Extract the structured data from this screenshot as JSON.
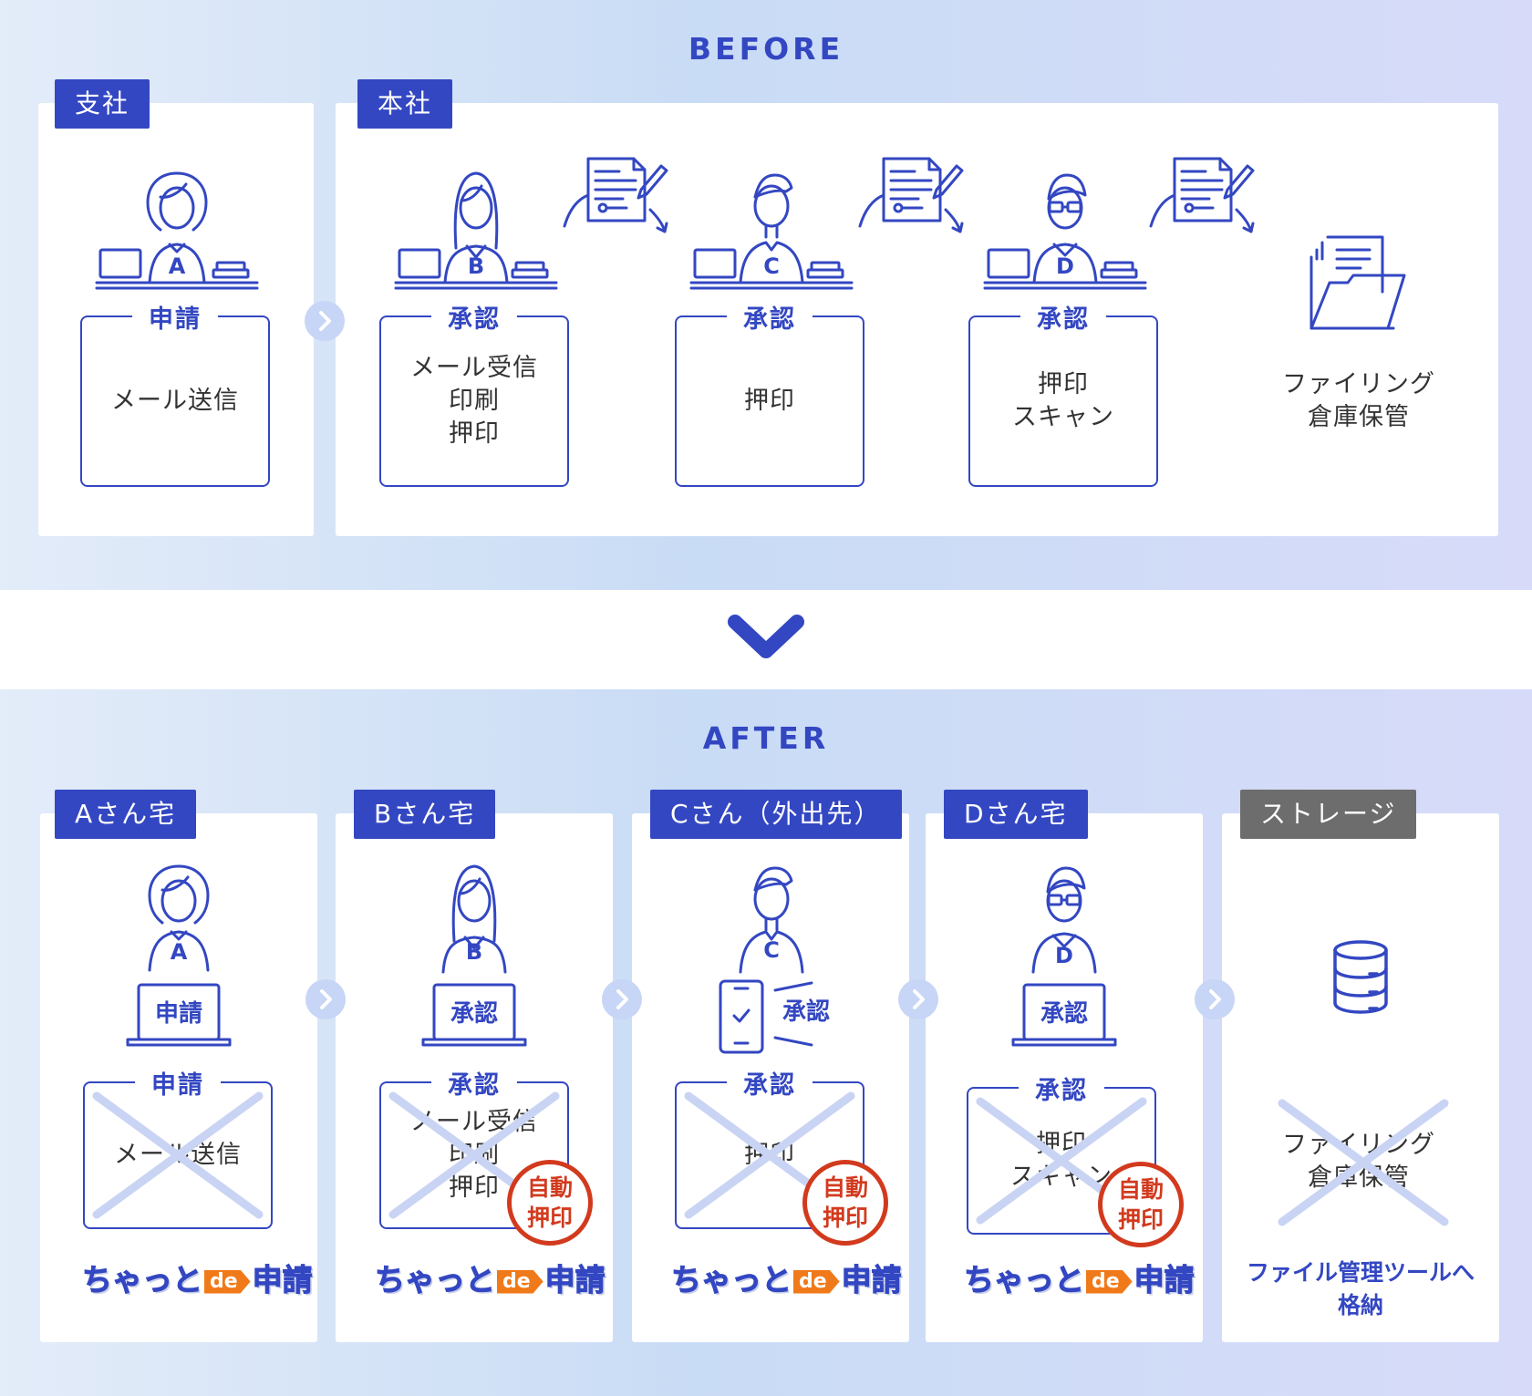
{
  "before": {
    "title": "BEFORE",
    "branch_tag": "支社",
    "hq_tag": "本社",
    "persons": [
      {
        "letter": "A",
        "role": "申請",
        "text": "メール送信"
      },
      {
        "letter": "B",
        "role": "承認",
        "text": "メール受信\n印刷\n押印"
      },
      {
        "letter": "C",
        "role": "承認",
        "text": "押印"
      },
      {
        "letter": "D",
        "role": "承認",
        "text": "押印\nスキャン"
      }
    ],
    "filing_text": "ファイリング\n倉庫保管"
  },
  "after": {
    "title": "AFTER",
    "panels": [
      {
        "tag": "Aさん宅",
        "letter": "A",
        "device_label": "申請",
        "role": "申請",
        "text": "メール送信",
        "stamp": ""
      },
      {
        "tag": "Bさん宅",
        "letter": "B",
        "device_label": "承認",
        "role": "承認",
        "text": "メール受信\n印刷\n押印",
        "stamp": "自動\n押印"
      },
      {
        "tag": "Cさん（外出先）",
        "letter": "C",
        "device_label": "承認",
        "role": "承認",
        "text": "押印",
        "stamp": "自動\n押印"
      },
      {
        "tag": "Dさん宅",
        "letter": "D",
        "device_label": "承認",
        "role": "承認",
        "text": "押印\nスキャン",
        "stamp": "自動\n押印"
      }
    ],
    "storage": {
      "tag": "ストレージ",
      "crossed_text": "ファイリング\n倉庫保管",
      "note": "ファイル管理ツールへ\n格納"
    },
    "logo": {
      "part1": "ちゃっと",
      "part2": "de",
      "part3": "申請"
    }
  },
  "colors": {
    "accent": "#3347c2",
    "stamp_red": "#d23a1e",
    "cross": "#c9d4f4",
    "logo_orange": "#f07a1a",
    "gray_tag": "#6d6d6d"
  },
  "icons": [
    "person-icon",
    "desk-computer-icon",
    "document-sign-icon",
    "folder-icon",
    "laptop-icon",
    "smartphone-icon",
    "database-icon",
    "chevron-right-icon",
    "chevron-down-icon"
  ]
}
